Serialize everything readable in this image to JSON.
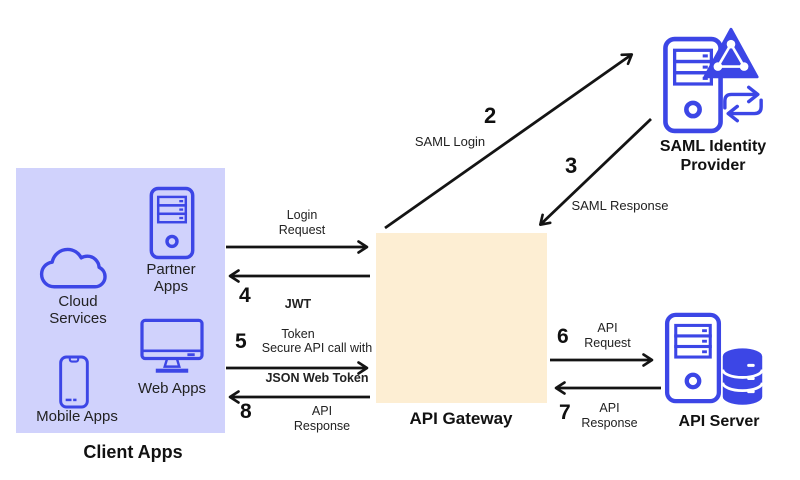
{
  "colors": {
    "icon_blue": "#3c46e6",
    "client_apps_box": "#d0d2fc",
    "api_gateway_box": "#fdeed3",
    "arrow": "#141414"
  },
  "client_apps": {
    "title": "Client Apps",
    "cloud_label": "Cloud\nServices",
    "partner_label": "Partner\nApps",
    "web_label": "Web Apps",
    "mobile_label": "Mobile Apps"
  },
  "api_gateway": {
    "label": "API Gateway"
  },
  "saml_identity_provider": {
    "label": "SAML Identity\nProvider"
  },
  "api_server": {
    "label": "API Server"
  },
  "flows": {
    "login_request": {
      "label": "Login\nRequest"
    },
    "saml_login": {
      "number": "2",
      "label": "SAML Login"
    },
    "saml_response": {
      "number": "3",
      "label": "SAML Response"
    },
    "jwt_token": {
      "number": "4",
      "label_bold": "JWT",
      "label": "Token"
    },
    "secure_api_call": {
      "number": "5",
      "label": "Secure API call with",
      "label_bold": "JSON Web Token"
    },
    "api_request": {
      "number": "6",
      "label": "API\nRequest"
    },
    "api_response_to_gateway": {
      "number": "7",
      "label": "API\nResponse"
    },
    "api_response_to_client": {
      "number": "8",
      "label": "API\nResponse"
    }
  }
}
